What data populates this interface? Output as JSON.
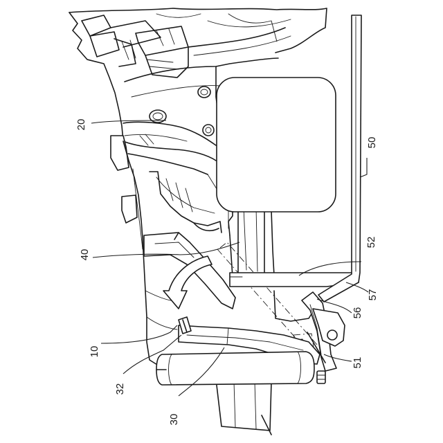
{
  "reference_numerals": {
    "n10": "10",
    "n20": "20",
    "n30": "30",
    "n32": "32",
    "n40": "40",
    "n50": "50",
    "n51": "51",
    "n52": "52",
    "n56": "56",
    "n57": "57"
  }
}
